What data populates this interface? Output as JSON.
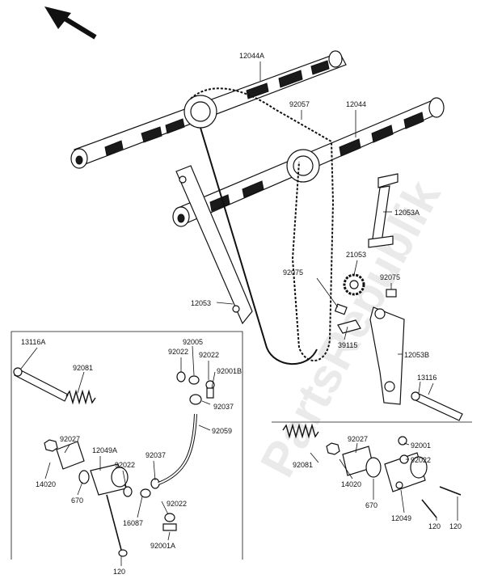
{
  "watermark": "PartsRepublik",
  "labels": {
    "p12044A": "12044A",
    "p92057": "92057",
    "p12044": "12044",
    "p12053A": "12053A",
    "p21053": "21053",
    "p92075a": "92075",
    "p92075b": "92075",
    "p12053": "12053",
    "p39115": "39115",
    "p12053B": "12053B",
    "p13116A": "13116A",
    "p92005": "92005",
    "p92022a": "92022",
    "p92022b": "92022",
    "p92081a": "92081",
    "p92001B": "92001B",
    "p92037a": "92037",
    "p92059": "92059",
    "p13116": "13116",
    "p92027a": "92027",
    "p12049A": "12049A",
    "p92037b": "92037",
    "p92022c": "92022",
    "p14020a": "14020",
    "p670a": "670",
    "p16087": "16087",
    "p92022d": "92022",
    "p92001A": "92001A",
    "p120a": "120",
    "p92027b": "92027",
    "p92001": "92001",
    "p92081b": "92081",
    "p92022e": "92022",
    "p14020b": "14020",
    "p670b": "670",
    "p12049": "12049",
    "p120b": "120",
    "p120c": "120"
  }
}
